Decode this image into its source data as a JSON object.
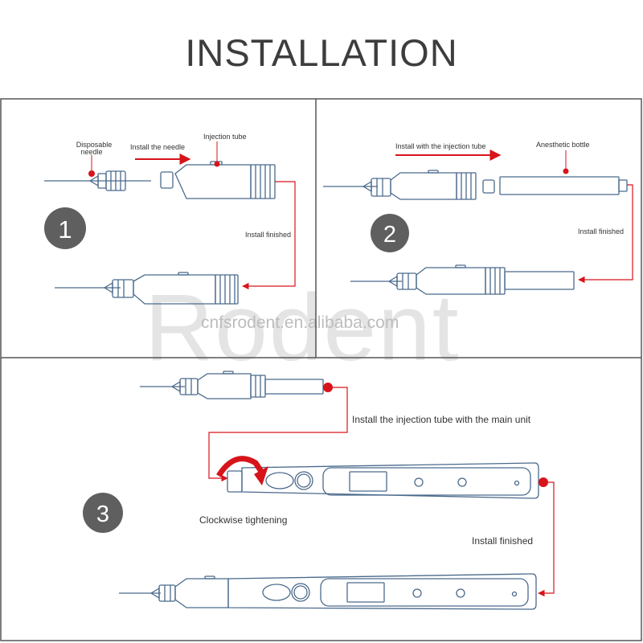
{
  "title": "INSTALLATION",
  "watermark": {
    "brand": "Rodent",
    "site": "cnfsrodent.en.alibaba.com"
  },
  "colors": {
    "line": "#4a6a8c",
    "accent": "#d7141a",
    "border": "#555555",
    "text": "#333333",
    "badge": "#5f5f5f"
  },
  "steps": [
    {
      "number": "1",
      "labels": {
        "needle_line1": "Disposable",
        "needle_line2": "needle",
        "install_needle": "Install the needle",
        "injection_tube": "Injection tube",
        "finished": "Install finished"
      }
    },
    {
      "number": "2",
      "labels": {
        "install_with_tube": "Install with the injection tube",
        "bottle": "Anesthetic bottle",
        "finished": "Install finished"
      }
    },
    {
      "number": "3",
      "labels": {
        "install_main_unit": "Install the injection tube with the main unit",
        "clockwise": "Clockwise tightening",
        "finished": "Install finished"
      }
    }
  ]
}
